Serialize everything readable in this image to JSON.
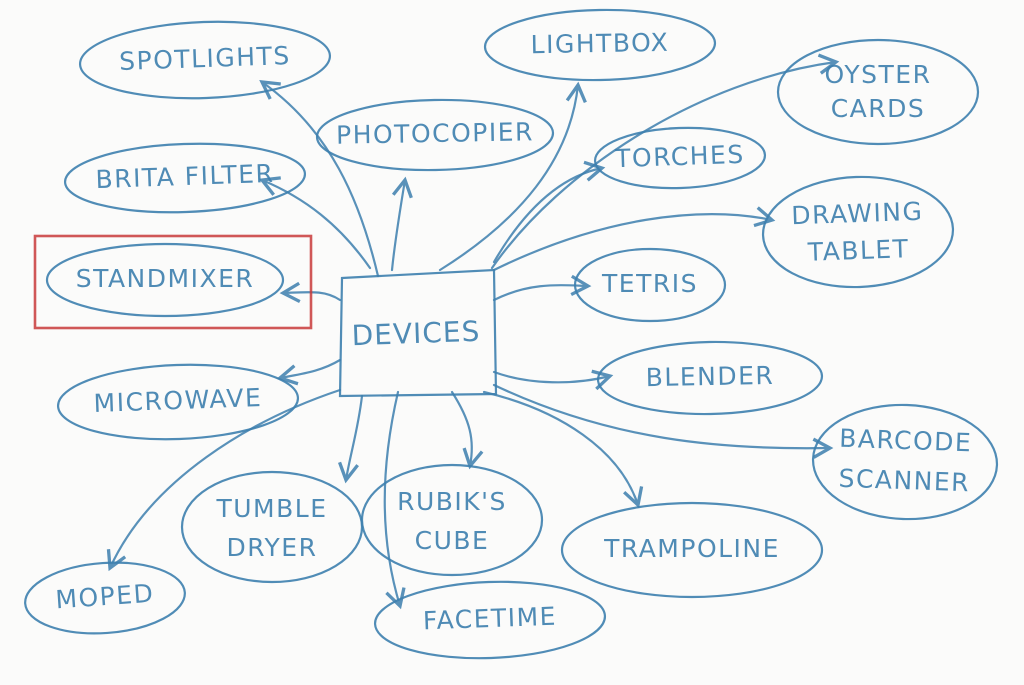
{
  "colors": {
    "ink": "#3d7fae",
    "highlight": "#c83a3a",
    "paper": "#fbfbfa"
  },
  "hub": {
    "label": "DEVICES"
  },
  "nodes": [
    {
      "id": "spotlights",
      "lines": [
        "SPOTLIGHTS"
      ]
    },
    {
      "id": "photocopier",
      "lines": [
        "PHOTOCOPIER"
      ]
    },
    {
      "id": "lightbox",
      "lines": [
        "LIGHTBOX"
      ]
    },
    {
      "id": "oyster-cards",
      "lines": [
        "OYSTER",
        "CARDS"
      ]
    },
    {
      "id": "brita-filter",
      "lines": [
        "BRITA FILTER"
      ]
    },
    {
      "id": "torches",
      "lines": [
        "TORCHES"
      ]
    },
    {
      "id": "drawing-tablet",
      "lines": [
        "DRAWING",
        "TABLET"
      ]
    },
    {
      "id": "standmixer",
      "lines": [
        "STANDMIXER"
      ],
      "highlighted": true
    },
    {
      "id": "tetris",
      "lines": [
        "TETRIS"
      ]
    },
    {
      "id": "microwave",
      "lines": [
        "MICROWAVE"
      ]
    },
    {
      "id": "blender",
      "lines": [
        "BLENDER"
      ]
    },
    {
      "id": "barcode-scanner",
      "lines": [
        "BARCODE",
        "SCANNER"
      ]
    },
    {
      "id": "tumble-dryer",
      "lines": [
        "TUMBLE",
        "DRYER"
      ]
    },
    {
      "id": "rubiks-cube",
      "lines": [
        "RUBIK'S",
        "CUBE"
      ]
    },
    {
      "id": "trampoline",
      "lines": [
        "TRAMPOLINE"
      ]
    },
    {
      "id": "moped",
      "lines": [
        "MOPED"
      ]
    },
    {
      "id": "facetime",
      "lines": [
        "FACETIME"
      ]
    }
  ]
}
